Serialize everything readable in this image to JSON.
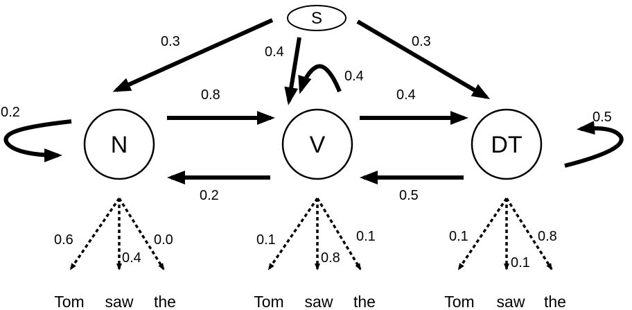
{
  "start": {
    "label": "S"
  },
  "states": {
    "n": "N",
    "v": "V",
    "dt": "DT"
  },
  "transitions": {
    "s_n": "0.3",
    "s_v": "0.4",
    "s_dt": "0.3",
    "n_n": "0.2",
    "n_v": "0.8",
    "v_v": "0.4",
    "v_n": "0.2",
    "v_dt": "0.4",
    "dt_v": "0.5",
    "dt_dt": "0.5"
  },
  "emissions": {
    "n": {
      "tom": "0.6",
      "saw": "0.4",
      "the": "0.0"
    },
    "v": {
      "tom": "0.1",
      "saw": "0.8",
      "the": "0.1"
    },
    "dt": {
      "tom": "0.1",
      "saw": "0.1",
      "the": "0.8"
    }
  },
  "words": {
    "n": {
      "tom": "Tom",
      "saw": "saw",
      "the": "the"
    },
    "v": {
      "tom": "Tom",
      "saw": "saw",
      "the": "the"
    },
    "dt": {
      "tom": "Tom",
      "saw": "saw",
      "the": "the"
    }
  }
}
